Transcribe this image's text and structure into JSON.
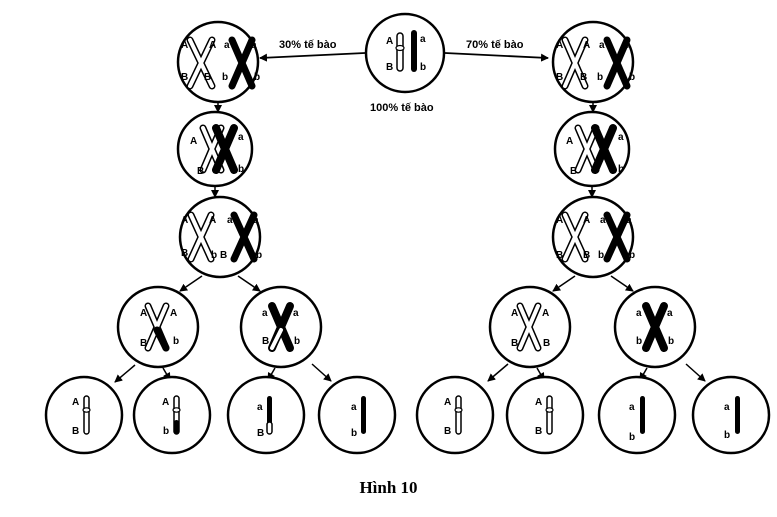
{
  "figure": {
    "caption": "Hình 10",
    "labels": {
      "left_branch": "30% tế bào",
      "right_branch": "70% tế bào",
      "parent": "100% tế bào"
    },
    "alleles": {
      "A": "A",
      "a": "a",
      "B": "B",
      "b": "b"
    },
    "colors": {
      "line": "#000000",
      "light_chromosome": "#ffffff",
      "dark_chromosome": "#000000"
    }
  }
}
